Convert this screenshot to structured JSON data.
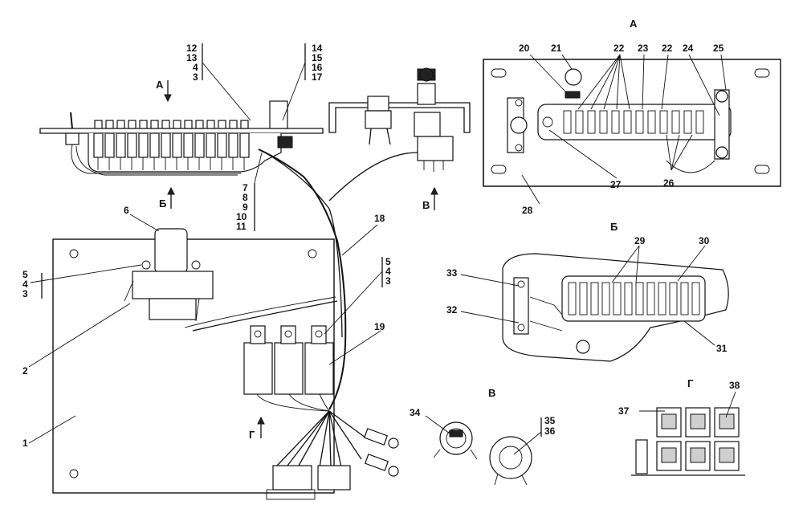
{
  "labels": {
    "l1": "1",
    "l2": "2",
    "l3a": "3",
    "l4a": "4",
    "l5a": "5",
    "l6": "6",
    "l12": "12",
    "l13": "13",
    "l4b": "4",
    "l3b": "3",
    "l14": "14",
    "l15": "15",
    "l16": "16",
    "l17": "17",
    "l7": "7",
    "l8": "8",
    "l9": "9",
    "l10": "10",
    "l11": "11",
    "l18": "18",
    "l19": "19",
    "l5c": "5",
    "l4c": "4",
    "l3c": "3",
    "l20": "20",
    "l21": "21",
    "l22a": "22",
    "l23": "23",
    "l22b": "22",
    "l24": "24",
    "l25": "25",
    "l26": "26",
    "l27": "27",
    "l28": "28",
    "l29": "29",
    "l30": "30",
    "l31": "31",
    "l32": "32",
    "l33": "33",
    "l34": "34",
    "l35": "35",
    "l36": "36",
    "l37": "37",
    "l38": "38"
  },
  "views": {
    "a_arrow": "А",
    "b_arrow": "Б",
    "v_arrow": "В",
    "g_arrow": "Г",
    "a_title": "А",
    "b_title": "Б",
    "v_title": "В",
    "g_title": "Г"
  }
}
